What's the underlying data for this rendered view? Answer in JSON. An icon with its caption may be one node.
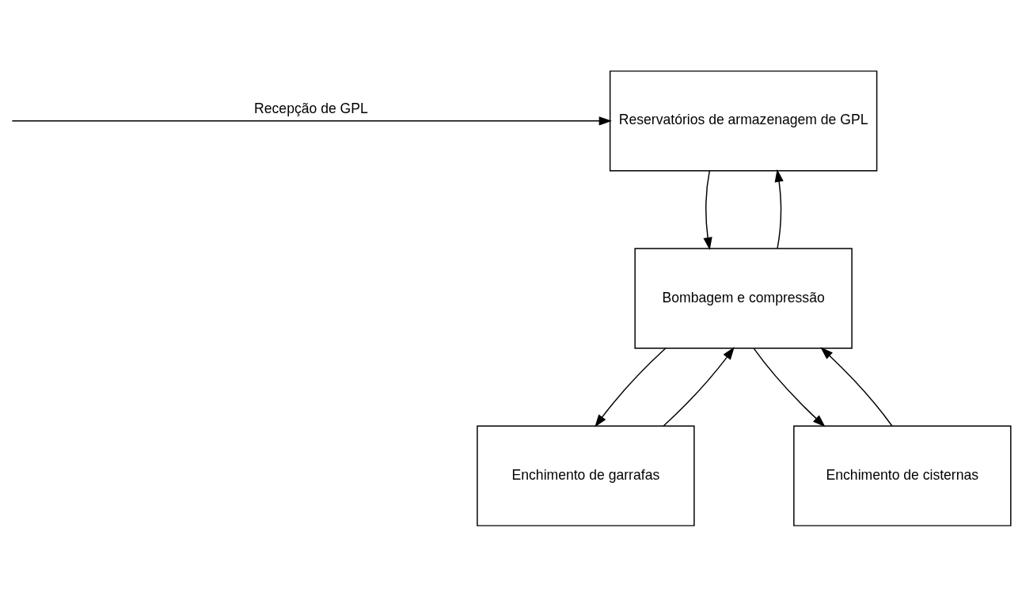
{
  "diagram": {
    "nodes": [
      {
        "text": [
          "Reservatórios de armazenagem de GPL"
        ]
      },
      {
        "text": [
          "Bombagem e compressão"
        ]
      },
      {
        "text": [
          "Enchimento de garrafas"
        ]
      },
      {
        "text": [
          "Enchimento de cisternas"
        ]
      }
    ],
    "edges": [
      {
        "from": null,
        "to": 0,
        "arrow": "to",
        "label": "Recepção de GPL"
      },
      {
        "from": 0,
        "to": 1,
        "arrow": "to"
      },
      {
        "from": 1,
        "to": 0,
        "arrow": "to"
      },
      {
        "from": 1,
        "to": 2,
        "arrow": "to"
      },
      {
        "from": 2,
        "to": 1,
        "arrow": "to"
      },
      {
        "from": 1,
        "to": 3,
        "arrow": "to"
      },
      {
        "from": 3,
        "to": 1,
        "arrow": "to"
      }
    ]
  }
}
